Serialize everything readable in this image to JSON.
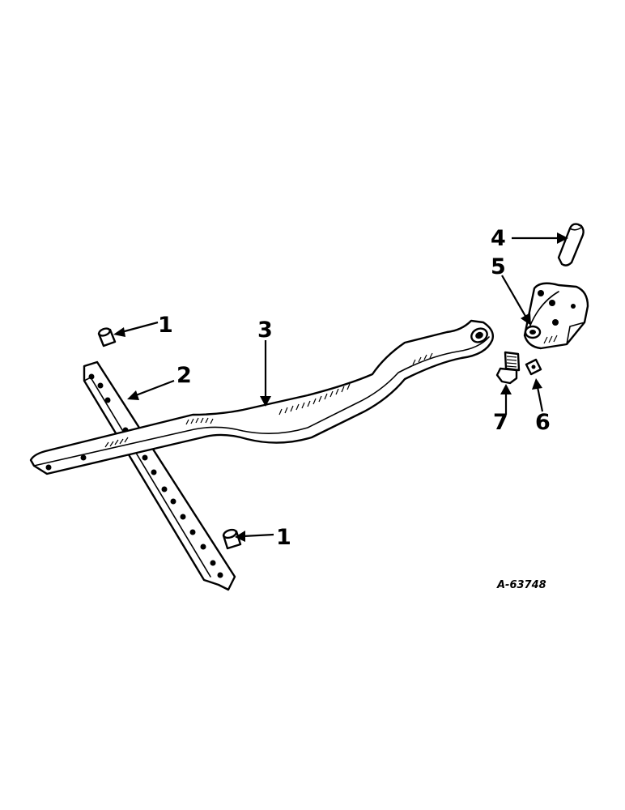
{
  "figure": {
    "reference_number": "A-63748",
    "callouts": [
      {
        "id": "callout-1a",
        "label": "1"
      },
      {
        "id": "callout-1b",
        "label": "1"
      },
      {
        "id": "callout-2",
        "label": "2"
      },
      {
        "id": "callout-3",
        "label": "3"
      },
      {
        "id": "callout-4",
        "label": "4"
      },
      {
        "id": "callout-5",
        "label": "5"
      },
      {
        "id": "callout-6",
        "label": "6"
      },
      {
        "id": "callout-7",
        "label": "7"
      }
    ]
  }
}
